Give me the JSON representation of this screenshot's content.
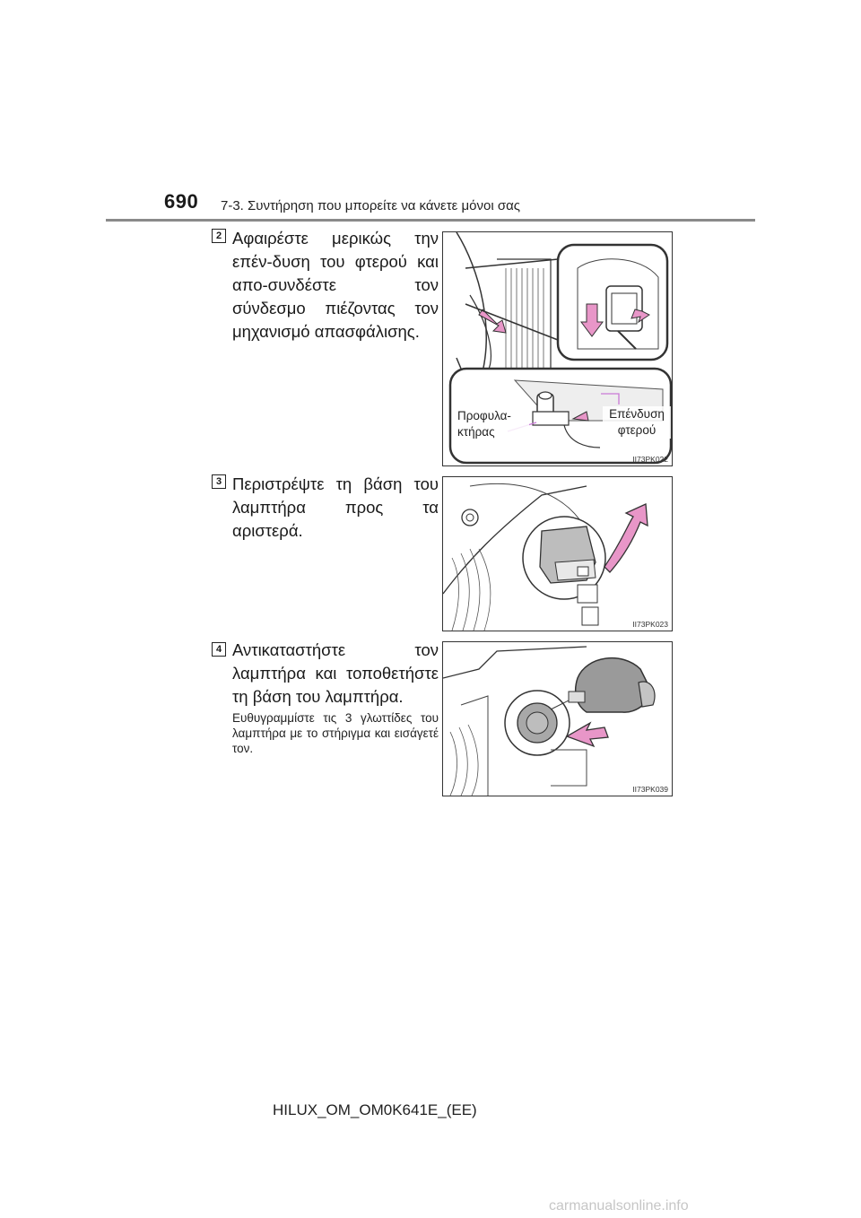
{
  "header": {
    "page_number": "690",
    "section_title": "7-3. Συντήρηση που μπορείτε να κάνετε μόνοι σας"
  },
  "steps": [
    {
      "number": "2",
      "text": "Αφαιρέστε μερικώς την επέν-δυση του φτερού και απο-συνδέστε τον σύνδεσμο πιέζοντας τον μηχανισμό απασφάλισης.",
      "figure": {
        "code": "II73PK022",
        "labels": {
          "protector": "Προφυλα-κτήρας",
          "fender_liner": "Επένδυση φτερού"
        }
      }
    },
    {
      "number": "3",
      "text": "Περιστρέψτε τη βάση του λαμπτήρα προς τα αριστερά.",
      "figure": {
        "code": "II73PK023"
      }
    },
    {
      "number": "4",
      "text": "Αντικαταστήστε τον λαμπτήρα και τοποθετήστε τη βάση του λαμπτήρα.",
      "subtext": "Ευθυγραμμίστε τις 3 γλωττίδες του λαμπτήρα με το στήριγμα και εισάγετέ τον.",
      "figure": {
        "code": "II73PK039"
      }
    }
  ],
  "footer": {
    "manual_code": "HILUX_OM_OM0K641E_(EE)"
  },
  "watermark": "carmanualsonline.info",
  "colors": {
    "arrow_pink": "#e896c8",
    "arrow_stroke": "#333333",
    "rule": "#8a8a8a"
  }
}
